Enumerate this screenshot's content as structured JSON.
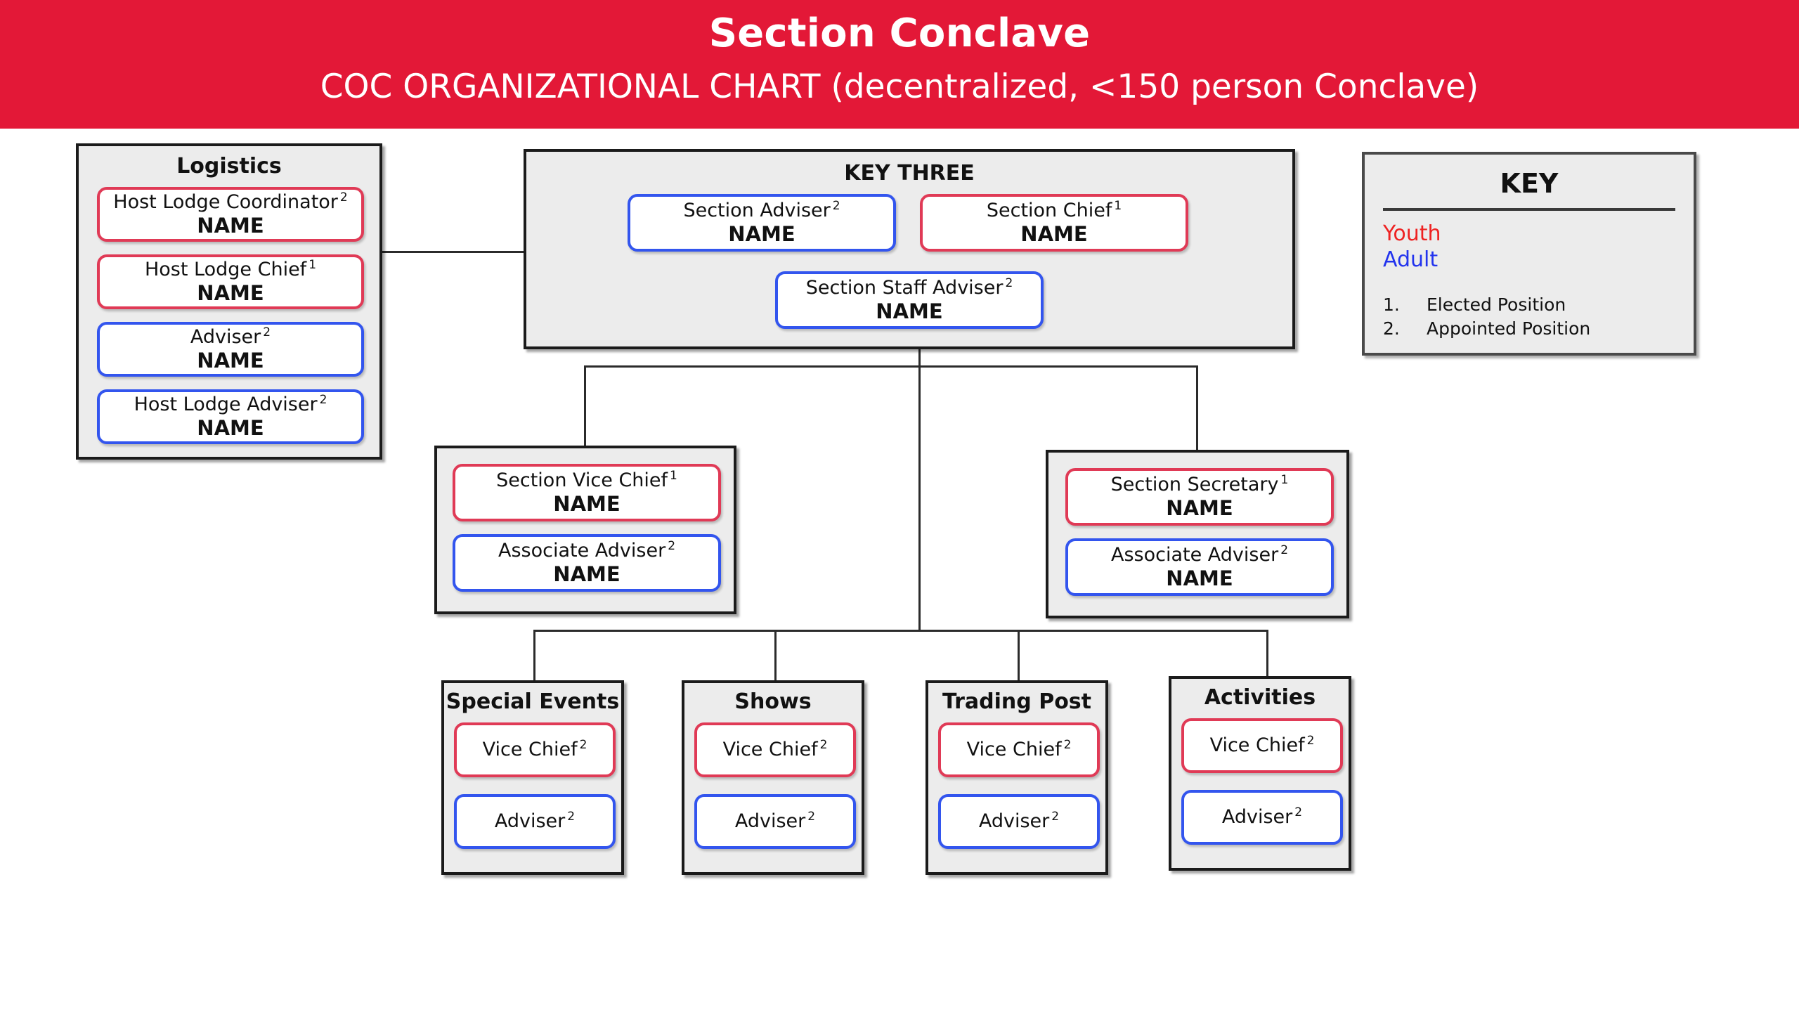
{
  "header": {
    "title": "Section Conclave",
    "subtitle": "COC ORGANIZATIONAL CHART  (decentralized, <150 person Conclave)",
    "background_color": "#e31837",
    "text_color": "#ffffff"
  },
  "colors": {
    "youth": "#e03a56",
    "adult": "#3355ee",
    "key_youth_text": "#ee2222",
    "key_adult_text": "#2233ee",
    "group_fill": "#ececec",
    "group_border": "#1b1b1b",
    "card_fill": "#ffffff",
    "connector": "#2b2b2b"
  },
  "logistics": {
    "title": "Logistics",
    "roles": [
      {
        "title": "Host Lodge Coordinator",
        "sup": "2",
        "name": "NAME",
        "type": "youth"
      },
      {
        "title": "Host Lodge Chief",
        "sup": "1",
        "name": "NAME",
        "type": "youth"
      },
      {
        "title": "Adviser",
        "sup": "2",
        "name": "NAME",
        "type": "adult"
      },
      {
        "title": "Host Lodge Adviser",
        "sup": "2",
        "name": "NAME",
        "type": "adult"
      }
    ]
  },
  "key_three": {
    "title": "KEY THREE",
    "roles": [
      {
        "title": "Section Adviser",
        "sup": "2",
        "name": "NAME",
        "type": "adult"
      },
      {
        "title": "Section Chief",
        "sup": "1",
        "name": "NAME",
        "type": "youth"
      },
      {
        "title": "Section Staff Adviser",
        "sup": "2",
        "name": "NAME",
        "type": "adult"
      }
    ]
  },
  "vice_chief_group": {
    "roles": [
      {
        "title": "Section Vice Chief",
        "sup": "1",
        "name": "NAME",
        "type": "youth"
      },
      {
        "title": "Associate Adviser",
        "sup": "2",
        "name": "NAME",
        "type": "adult"
      }
    ]
  },
  "secretary_group": {
    "roles": [
      {
        "title": "Section Secretary",
        "sup": "1",
        "name": "NAME",
        "type": "youth"
      },
      {
        "title": "Associate Adviser",
        "sup": "2",
        "name": "NAME",
        "type": "adult"
      }
    ]
  },
  "committees": [
    {
      "title": "Special Events",
      "roles": [
        {
          "title": "Vice Chief",
          "sup": "2",
          "type": "youth"
        },
        {
          "title": "Adviser",
          "sup": "2",
          "type": "adult"
        }
      ]
    },
    {
      "title": "Shows",
      "roles": [
        {
          "title": "Vice Chief",
          "sup": "2",
          "type": "youth"
        },
        {
          "title": "Adviser",
          "sup": "2",
          "type": "adult"
        }
      ]
    },
    {
      "title": "Trading Post",
      "roles": [
        {
          "title": "Vice Chief",
          "sup": "2",
          "type": "youth"
        },
        {
          "title": "Adviser",
          "sup": "2",
          "type": "adult"
        }
      ]
    },
    {
      "title": "Activities",
      "roles": [
        {
          "title": "Vice Chief",
          "sup": "2",
          "type": "youth"
        },
        {
          "title": "Adviser",
          "sup": "2",
          "type": "adult"
        }
      ]
    }
  ],
  "key_legend": {
    "title": "KEY",
    "youth_label": "Youth",
    "adult_label": "Adult",
    "items": [
      {
        "num": "1.",
        "label": "Elected Position"
      },
      {
        "num": "2.",
        "label": "Appointed Position"
      }
    ]
  }
}
